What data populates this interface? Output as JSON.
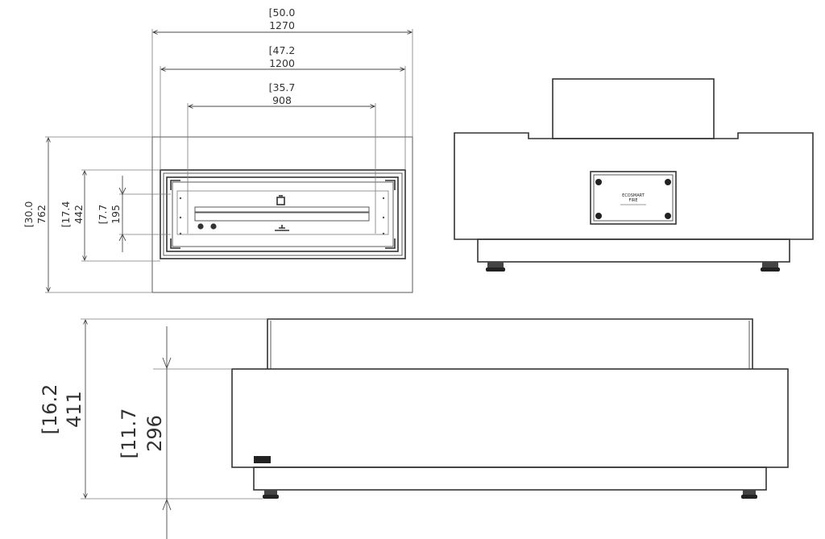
{
  "dimensions": {
    "top_width_overall": {
      "inches": "[50.0",
      "mm": "1270"
    },
    "top_width_inner": {
      "inches": "[47.2",
      "mm": "1200"
    },
    "top_width_burner": {
      "inches": "[35.7",
      "mm": "908"
    },
    "left_depth_overall": {
      "inches": "[30.0",
      "mm": "762"
    },
    "left_depth_inner": {
      "inches": "[17.4",
      "mm": "442"
    },
    "left_depth_burner": {
      "inches": "[7.7",
      "mm": "195"
    },
    "side_height_overall": {
      "inches": "[16.2",
      "mm": "411"
    },
    "side_height_body": {
      "inches": "[11.7",
      "mm": "296"
    }
  },
  "plate": {
    "brand": "ECOSMART",
    "sub": "FIRE"
  },
  "colors": {
    "line": "#5a5a5a",
    "dark": "#333333",
    "background": "#ffffff"
  }
}
